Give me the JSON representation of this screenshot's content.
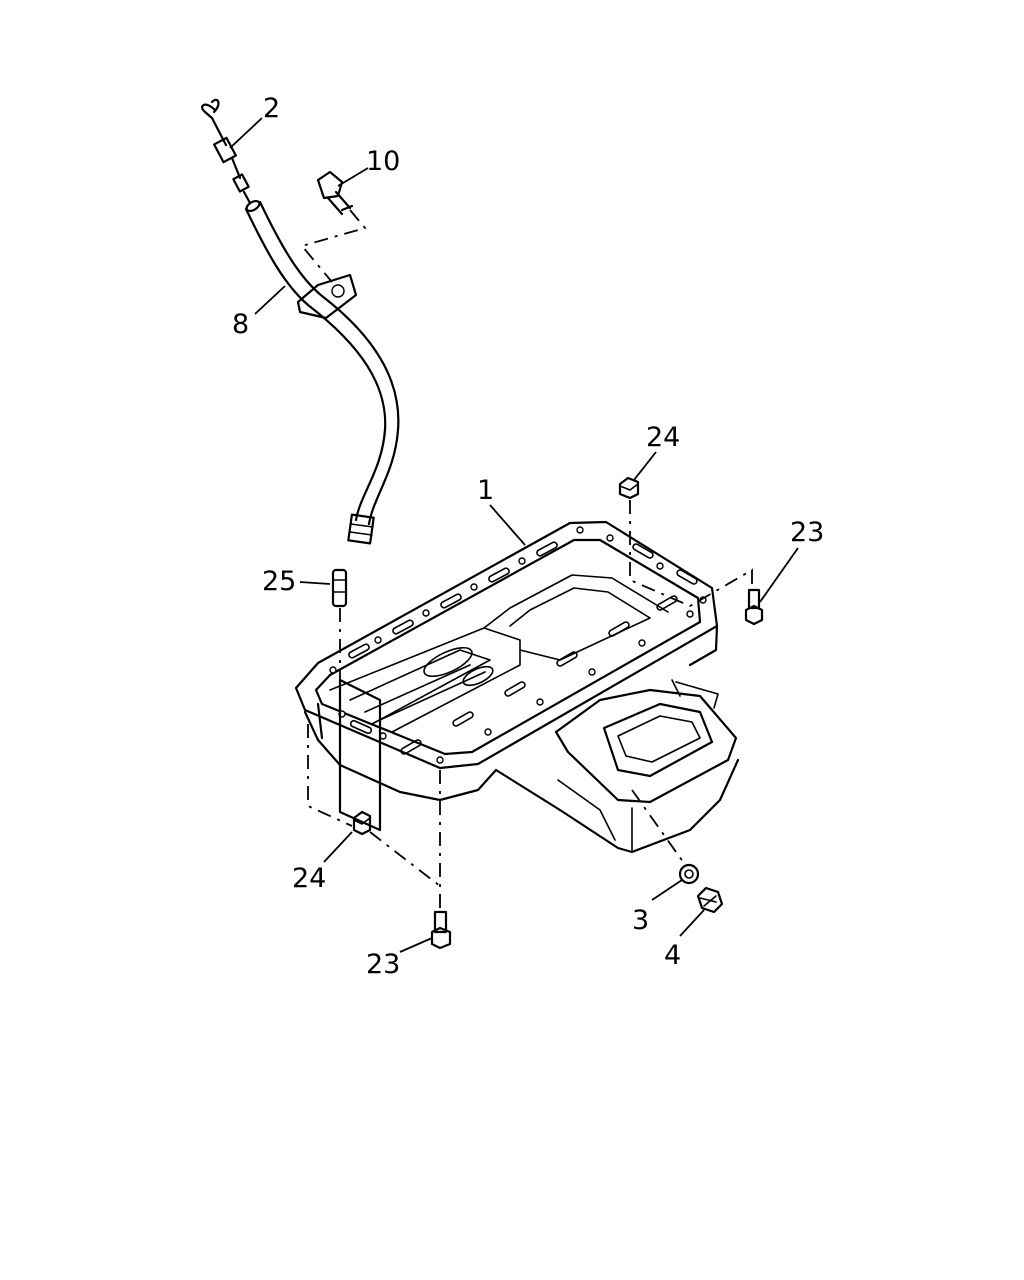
{
  "callouts": [
    {
      "id": "dipstick-handle",
      "label": "2"
    },
    {
      "id": "tube-bolt",
      "label": "10"
    },
    {
      "id": "dipstick-tube",
      "label": "8"
    },
    {
      "id": "oil-pan",
      "label": "1"
    },
    {
      "id": "nut-top",
      "label": "24"
    },
    {
      "id": "bolt-right",
      "label": "23"
    },
    {
      "id": "stud",
      "label": "25"
    },
    {
      "id": "nut-bottom",
      "label": "24"
    },
    {
      "id": "bolt-bottom",
      "label": "23"
    },
    {
      "id": "drain-washer",
      "label": "3"
    },
    {
      "id": "drain-plug",
      "label": "4"
    }
  ]
}
